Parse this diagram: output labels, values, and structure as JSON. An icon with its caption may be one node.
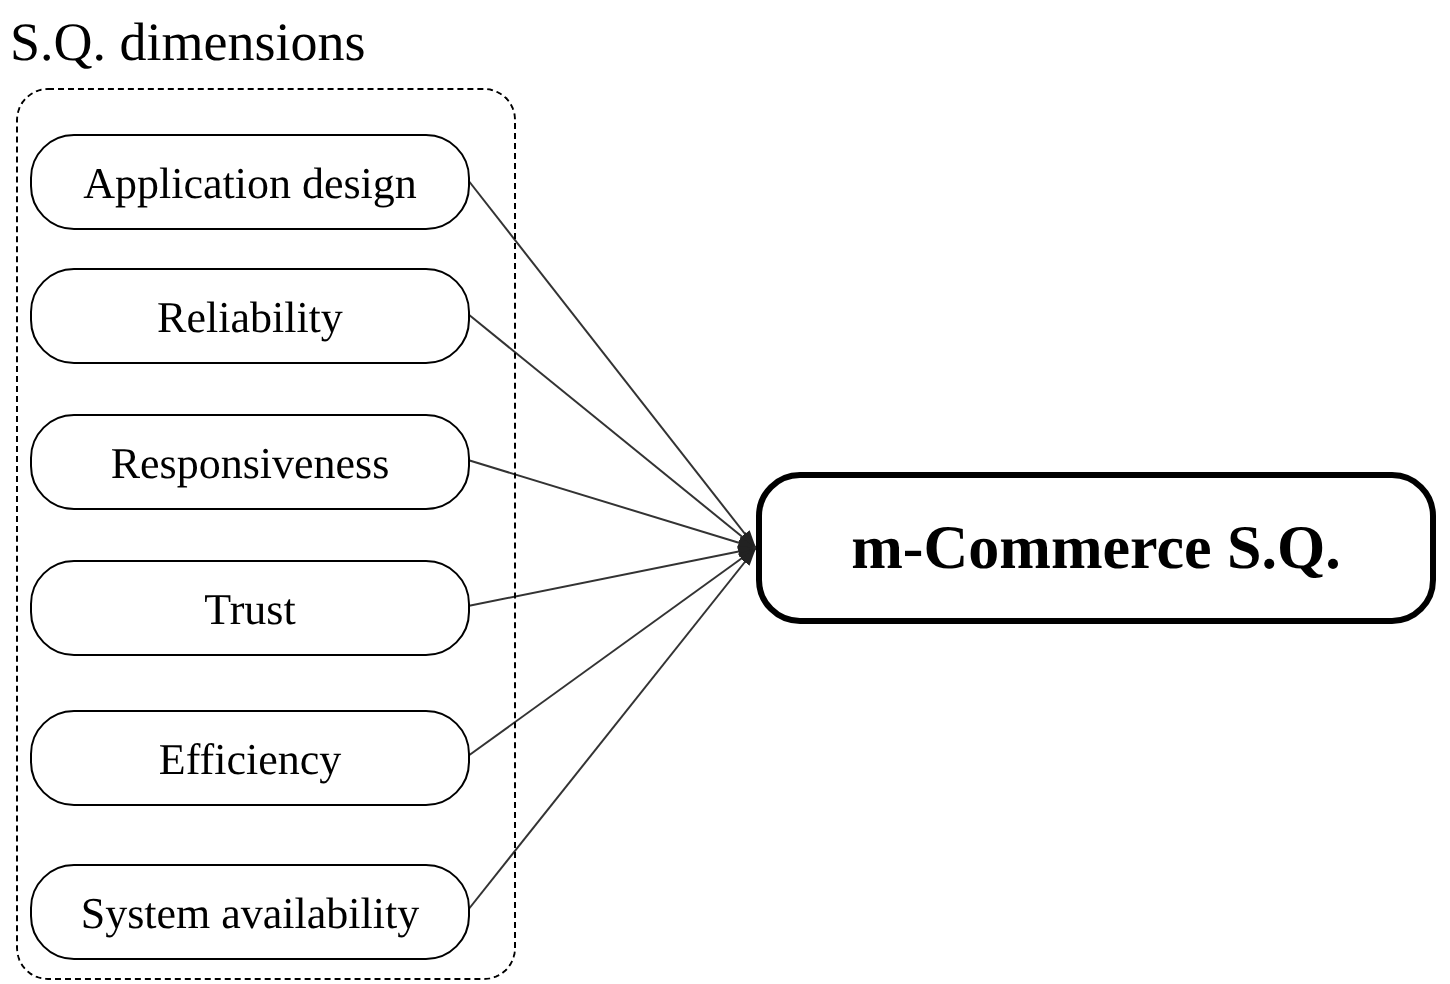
{
  "diagram": {
    "nodes": [
      {
        "text": [
          "S.Q. dimensions"
        ]
      },
      {
        "text": [
          "Application design"
        ],
        "in": 0
      },
      {
        "text": [
          "Reliability"
        ],
        "in": 0
      },
      {
        "text": [
          "Responsiveness"
        ],
        "in": 0
      },
      {
        "text": [
          "Trust"
        ],
        "in": 0
      },
      {
        "text": [
          "Efficiency"
        ],
        "in": 0
      },
      {
        "text": [
          "System availability"
        ],
        "in": 0
      },
      {
        "text": [
          "m-Commerce S.Q."
        ]
      }
    ],
    "edges": [
      {
        "from": 1,
        "to": 7,
        "arrow": "to"
      },
      {
        "from": 2,
        "to": 7,
        "arrow": "to"
      },
      {
        "from": 3,
        "to": 7,
        "arrow": "to"
      },
      {
        "from": 4,
        "to": 7,
        "arrow": "to"
      },
      {
        "from": 5,
        "to": 7,
        "arrow": "to"
      },
      {
        "from": 6,
        "to": 7,
        "arrow": "to"
      }
    ]
  }
}
